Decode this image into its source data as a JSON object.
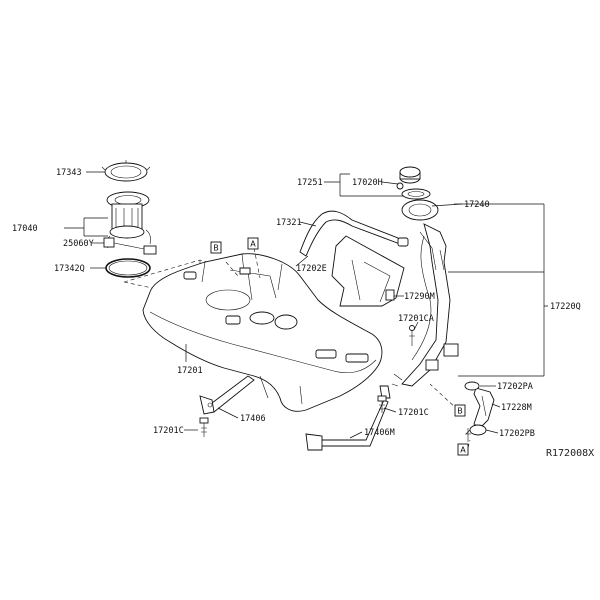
{
  "diagram": {
    "reference_code": "R172008X",
    "part_labels": {
      "p17343": "17343",
      "p17040": "17040",
      "p25060y": "25060Y",
      "p17342q": "17342Q",
      "p17201": "17201",
      "p17201c_left": "17201C",
      "p17406": "17406",
      "p17406m": "17406M",
      "p17201c_right": "17201C",
      "p17251": "17251",
      "p17020h": "17020H",
      "p17240": "17240",
      "p17321": "17321",
      "p17202e": "17202E",
      "p17290m": "17290M",
      "p17201ca": "17201CA",
      "p17220q": "17220Q",
      "p17202pa": "17202PA",
      "p17228m": "17228M",
      "p17202pb": "17202PB"
    },
    "callouts": {
      "a_top": "A",
      "b_top": "B",
      "b_bottom": "B",
      "a_bottom": "A"
    }
  }
}
